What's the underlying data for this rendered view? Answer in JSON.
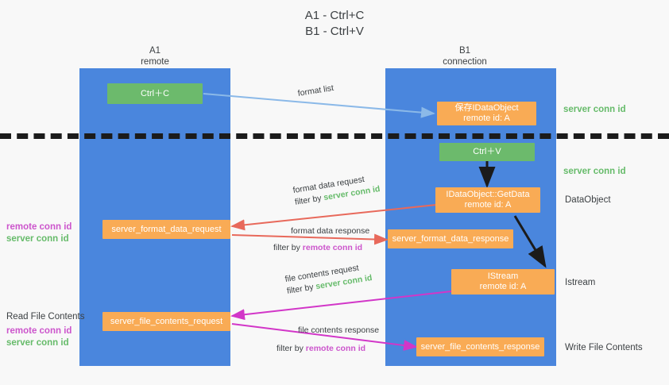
{
  "title": "A1 - Ctrl+C\nB1 - Ctrl+V",
  "columns": {
    "left": {
      "name": "A1",
      "role": "remote",
      "label": "A1\nremote"
    },
    "right": {
      "name": "B1",
      "role": "connection",
      "label": "B1\nconnection"
    }
  },
  "colors": {
    "lane": "#4a86dd",
    "box_orange": "#f9ab55",
    "box_green": "#6cba6c",
    "server_conn_id": "#66bb6a",
    "remote_conn_id": "#cc55cc",
    "arrow_format_list": "#8bb9e8",
    "arrow_format_data": "#e8695b",
    "arrow_file_contents": "#d236c8",
    "arrow_black": "#1b1b1b",
    "divider": "#1b1b1b",
    "background": "#f8f8f8"
  },
  "boxes": {
    "ctrl_c": {
      "title": "Ctrl＋C",
      "sub": "",
      "color": "green"
    },
    "ctrl_v": {
      "title": "Ctrl＋V",
      "sub": "",
      "color": "green"
    },
    "idataobject_saved": {
      "title": "保存IDataObject",
      "sub": "remote id: A",
      "color": "orange"
    },
    "idataobject_getdata": {
      "title": "IDataObject::GetData",
      "sub": "remote id: A",
      "color": "orange"
    },
    "istream": {
      "title": "IStream",
      "sub": "remote id: A",
      "color": "orange"
    },
    "server_format_data_request": {
      "title": "server_format_data_request",
      "sub": "",
      "color": "orange"
    },
    "server_format_data_response": {
      "title": "server_format_data_response",
      "sub": "",
      "color": "orange"
    },
    "server_file_contents_request": {
      "title": "server_file_contents_request",
      "sub": "",
      "color": "orange"
    },
    "server_file_contents_response": {
      "title": "server_file_contents_response",
      "sub": "",
      "color": "orange"
    }
  },
  "edges": [
    {
      "id": "format-list",
      "label": "format list",
      "filter": "",
      "filter_kind": ""
    },
    {
      "id": "format-data-request",
      "label": "format data request",
      "filter_prefix": "filter by ",
      "filter": "server conn id",
      "filter_kind": "server"
    },
    {
      "id": "format-data-response",
      "label": "format data response",
      "filter_prefix": "filter by ",
      "filter": "remote conn id",
      "filter_kind": "remote"
    },
    {
      "id": "file-contents-request",
      "label": "file contents request",
      "filter_prefix": "filter by ",
      "filter": "server conn id",
      "filter_kind": "server"
    },
    {
      "id": "file-contents-response",
      "label": "file contents response",
      "filter_prefix": "filter by ",
      "filter": "remote conn id",
      "filter_kind": "remote"
    }
  ],
  "right_notes": {
    "server_conn_id_top": "server conn id",
    "server_conn_id_second": "server conn id",
    "dataobject": "DataObject",
    "istream": "Istream",
    "write_file_contents": "Write File Contents"
  },
  "left_notes": {
    "remote_conn_id_upper": "remote conn id",
    "server_conn_id_upper": "server conn id",
    "read_file_contents": "Read File Contents",
    "remote_conn_id_lower": "remote conn id",
    "server_conn_id_lower": "server conn id"
  }
}
